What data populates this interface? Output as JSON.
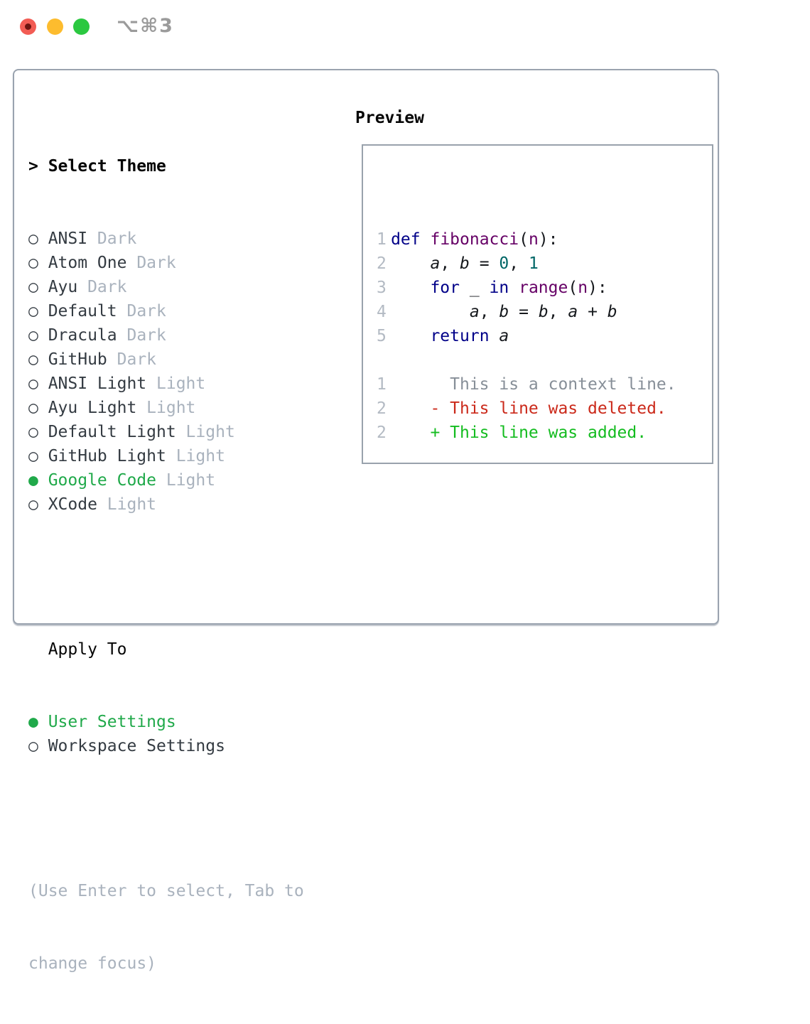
{
  "window": {
    "shortcut_label": "⌥⌘3"
  },
  "colors": {
    "accent_green": "#20a94a",
    "diff_added": "#14bc20",
    "diff_deleted": "#cb2a1b",
    "syntax_keyword": "#000088",
    "syntax_function": "#660066",
    "syntax_literal": "#006666",
    "muted_gray": "#a9b2bd",
    "line_number_gray": "#b3bac3"
  },
  "theme_selector": {
    "title_marker": ">",
    "title": "Select Theme",
    "items": [
      {
        "name": "ANSI",
        "variant": "Dark",
        "selected": false
      },
      {
        "name": "Atom One",
        "variant": "Dark",
        "selected": false
      },
      {
        "name": "Ayu",
        "variant": "Dark",
        "selected": false
      },
      {
        "name": "Default",
        "variant": "Dark",
        "selected": false
      },
      {
        "name": "Dracula",
        "variant": "Dark",
        "selected": false
      },
      {
        "name": "GitHub",
        "variant": "Dark",
        "selected": false
      },
      {
        "name": "ANSI Light",
        "variant": "Light",
        "selected": false
      },
      {
        "name": "Ayu Light",
        "variant": "Light",
        "selected": false
      },
      {
        "name": "Default Light",
        "variant": "Light",
        "selected": false
      },
      {
        "name": "GitHub Light",
        "variant": "Light",
        "selected": false
      },
      {
        "name": "Google Code",
        "variant": "Light",
        "selected": true
      },
      {
        "name": "XCode",
        "variant": "Light",
        "selected": false
      }
    ]
  },
  "apply_to": {
    "title": "Apply To",
    "options": [
      {
        "label": "User Settings",
        "selected": true
      },
      {
        "label": "Workspace Settings",
        "selected": false
      }
    ]
  },
  "hint": {
    "lines": [
      "(Use Enter to select, Tab to",
      "change focus)"
    ]
  },
  "preview": {
    "title": "Preview",
    "code_lines": [
      {
        "num": "1",
        "tokens": [
          [
            "k",
            "def"
          ],
          [
            "p",
            " "
          ],
          [
            "f",
            "fibonacci"
          ],
          [
            "p",
            "("
          ],
          [
            "f",
            "n"
          ],
          [
            "p",
            "):"
          ]
        ]
      },
      {
        "num": "2",
        "tokens": [
          [
            "p",
            "    "
          ],
          [
            "v",
            "a"
          ],
          [
            "p",
            ", "
          ],
          [
            "v",
            "b"
          ],
          [
            "p",
            " = "
          ],
          [
            "l",
            "0"
          ],
          [
            "p",
            ", "
          ],
          [
            "l",
            "1"
          ]
        ]
      },
      {
        "num": "3",
        "tokens": [
          [
            "p",
            "    "
          ],
          [
            "k",
            "for"
          ],
          [
            "p",
            " _ "
          ],
          [
            "k",
            "in"
          ],
          [
            "p",
            " "
          ],
          [
            "f",
            "range"
          ],
          [
            "p",
            "("
          ],
          [
            "f",
            "n"
          ],
          [
            "p",
            "):"
          ]
        ]
      },
      {
        "num": "4",
        "tokens": [
          [
            "p",
            "        "
          ],
          [
            "v",
            "a"
          ],
          [
            "p",
            ", "
          ],
          [
            "v",
            "b"
          ],
          [
            "p",
            " = "
          ],
          [
            "v",
            "b"
          ],
          [
            "p",
            ", "
          ],
          [
            "v",
            "a"
          ],
          [
            "p",
            " + "
          ],
          [
            "v",
            "b"
          ]
        ]
      },
      {
        "num": "5",
        "tokens": [
          [
            "p",
            "    "
          ],
          [
            "k",
            "return"
          ],
          [
            "p",
            " "
          ],
          [
            "v",
            "a"
          ]
        ]
      },
      {
        "num": "",
        "tokens": []
      },
      {
        "num": "1",
        "tokens": [
          [
            "ctx",
            "      This is a context line."
          ]
        ]
      },
      {
        "num": "2",
        "tokens": [
          [
            "del",
            "    - This line was deleted."
          ]
        ]
      },
      {
        "num": "2",
        "tokens": [
          [
            "add",
            "    + This line was added."
          ]
        ]
      }
    ]
  },
  "markers": {
    "unselected": "○",
    "selected": "●"
  }
}
